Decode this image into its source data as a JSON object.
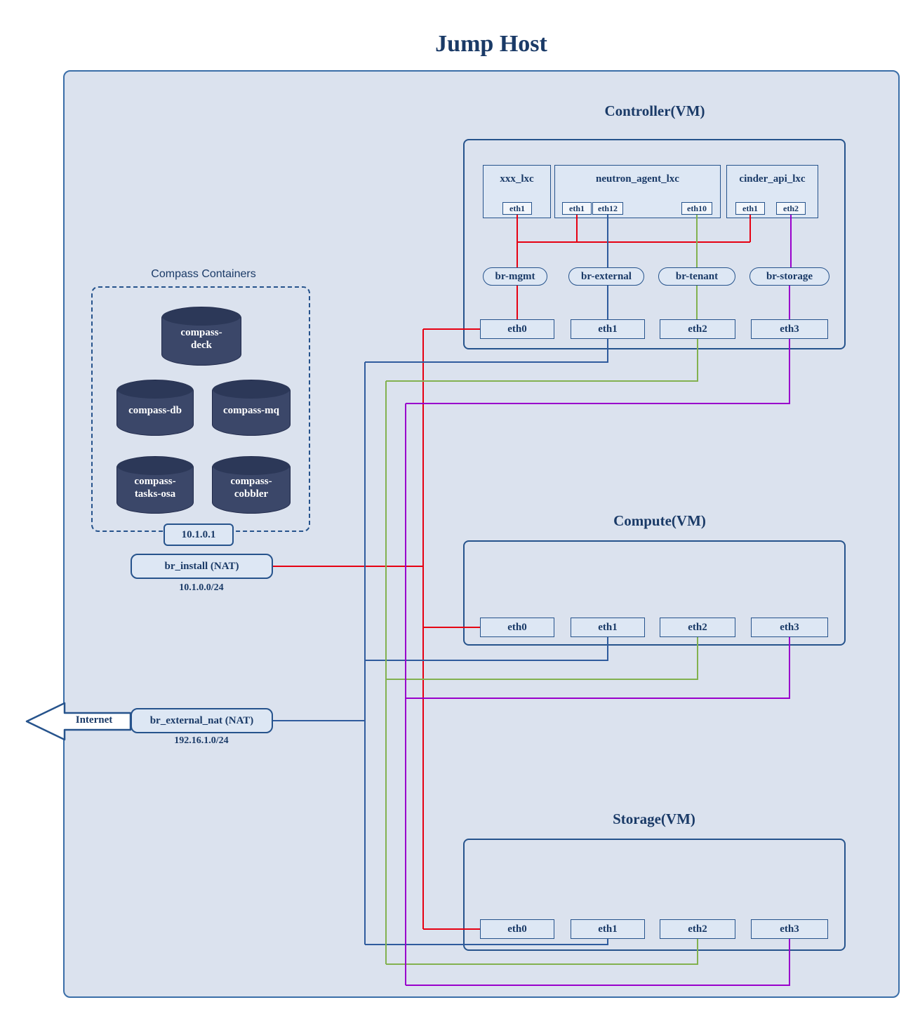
{
  "title": "Jump Host",
  "colors": {
    "text_navy": "#1a3a67",
    "border_blue": "#3a6ea8",
    "border_dark": "#26538c",
    "panel_fill": "#dbe2ee",
    "lxc_fill": "#dde7f4",
    "mgmt_red": "#e60012",
    "external_blue": "#2f5b9d",
    "tenant_green": "#82b14f",
    "storage_purple": "#9900cc",
    "cylinder_fill": "#3b4769",
    "cylinder_top": "#2c3858"
  },
  "compass": {
    "label": "Compass Containers",
    "containers": [
      "compass-deck",
      "compass-db",
      "compass-mq",
      "compass-tasks-osa",
      "compass-cobbler"
    ]
  },
  "controller": {
    "label": "Controller(VM)",
    "lxc": [
      {
        "name": "xxx_lxc",
        "ports": [
          "eth1"
        ]
      },
      {
        "name": "neutron_agent_lxc",
        "ports": [
          "eth1",
          "eth12",
          "eth10"
        ]
      },
      {
        "name": "cinder_api_lxc",
        "ports": [
          "eth1",
          "eth2"
        ]
      }
    ],
    "bridges": [
      "br-mgmt",
      "br-external",
      "br-tenant",
      "br-storage"
    ],
    "nics": [
      "eth0",
      "eth1",
      "eth2",
      "eth3"
    ]
  },
  "compute": {
    "label": "Compute(VM)",
    "nics": [
      "eth0",
      "eth1",
      "eth2",
      "eth3"
    ]
  },
  "storage": {
    "label": "Storage(VM)",
    "nics": [
      "eth0",
      "eth1",
      "eth2",
      "eth3"
    ]
  },
  "br_install": {
    "ip": "10.1.0.1",
    "label": "br_install (NAT)",
    "subnet": "10.1.0.0/24"
  },
  "br_external": {
    "label": "br_external_nat (NAT)",
    "subnet": "192.16.1.0/24"
  },
  "internet": {
    "label": "Internet"
  }
}
